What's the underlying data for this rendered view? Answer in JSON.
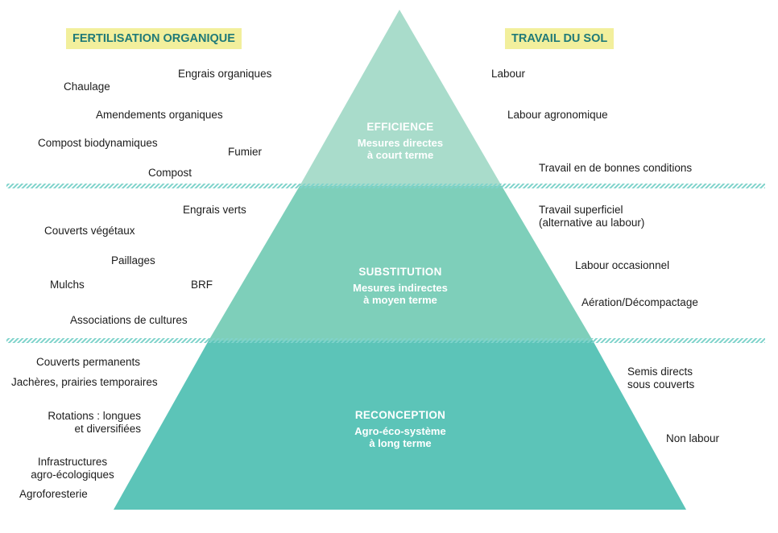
{
  "headers": {
    "left": "FERTILISATION ORGANIQUE",
    "right": "TRAVAIL DU SOL"
  },
  "tiers": {
    "top": {
      "name": "EFFICIENCE",
      "line1": "Mesures directes",
      "line2": "à court terme",
      "color": "#a9dccb"
    },
    "middle": {
      "name": "SUBSTITUTION",
      "line1": "Mesures indirectes",
      "line2": "à moyen terme",
      "color": "#7ecfba"
    },
    "bottom": {
      "name": "RECONCEPTION",
      "line1": "Agro-éco-système",
      "line2": "à long terme",
      "color": "#5cc4b8"
    }
  },
  "left": {
    "engrais_organiques": "Engrais organiques",
    "chaulage": "Chaulage",
    "amendements": "Amendements organiques",
    "compost_bio": "Compost biodynamiques",
    "fumier": "Fumier",
    "compost": "Compost",
    "engrais_verts": "Engrais verts",
    "couverts_vegetaux": "Couverts végétaux",
    "paillages": "Paillages",
    "mulchs": "Mulchs",
    "brf": "BRF",
    "associations": "Associations de cultures",
    "couverts_permanents": "Couverts permanents",
    "jacheres": "Jachères, prairies temporaires",
    "rotations_1": "Rotations : longues",
    "rotations_2": "et diversifiées",
    "infra_1": "Infrastructures",
    "infra_2": "agro-écologiques",
    "agroforesterie": "Agroforesterie"
  },
  "right": {
    "labour": "Labour",
    "labour_agro": "Labour agronomique",
    "travail_bonnes": "Travail en de bonnes conditions",
    "travail_sup_1": "Travail superficiel",
    "travail_sup_2": "(alternative au labour)",
    "labour_occ": "Labour occasionnel",
    "aeration": "Aération/Décompactage",
    "semis_1": "Semis directs",
    "semis_2": "sous couverts",
    "non_labour": "Non labour"
  },
  "colors": {
    "header_bg": "#f2ef9c",
    "header_text": "#1f7a78",
    "separator": "#7fd3cb"
  }
}
